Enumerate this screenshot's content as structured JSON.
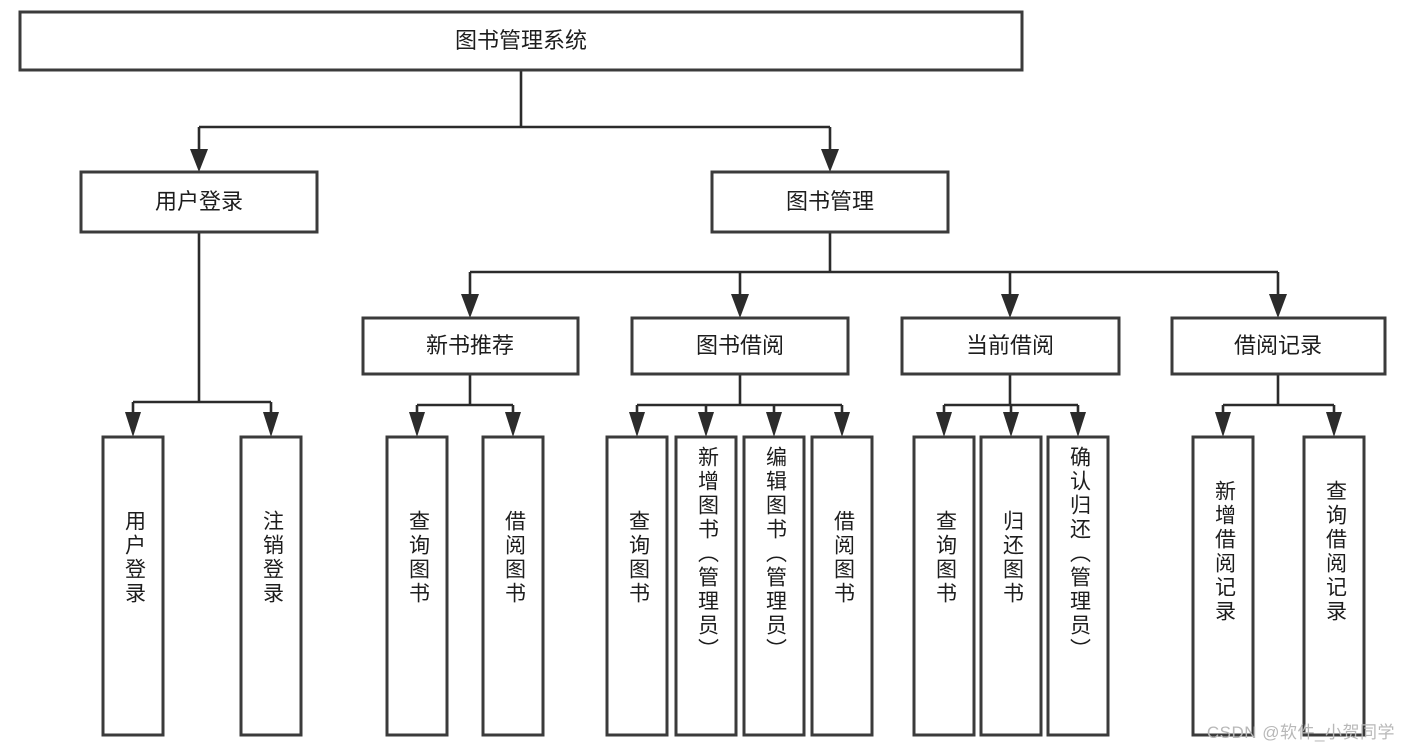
{
  "diagram": {
    "type": "tree-hierarchy",
    "title": "图书管理系统",
    "watermark": "CSDN @软件_小贺同学",
    "colors": {
      "box_stroke": "#3b3b3b",
      "connector": "#2b2b2b",
      "box_fill": "#ffffff",
      "text": "#1d1d1d",
      "watermark": "#b8b8b8"
    },
    "levels": {
      "root": {
        "label": "图书管理系统"
      },
      "level1": [
        {
          "label": "用户登录"
        },
        {
          "label": "图书管理"
        }
      ],
      "level2": [
        {
          "label": "新书推荐"
        },
        {
          "label": "图书借阅"
        },
        {
          "label": "当前借阅"
        },
        {
          "label": "借阅记录"
        }
      ],
      "leaves": {
        "user_login": [
          {
            "label": "用户登录"
          },
          {
            "label": "注销登录"
          }
        ],
        "new_book_recommend": [
          {
            "label": "查询图书"
          },
          {
            "label": "借阅图书"
          }
        ],
        "book_borrow": [
          {
            "label": "查询图书"
          },
          {
            "label": "新增图书（管理员）"
          },
          {
            "label": "编辑图书（管理员）"
          },
          {
            "label": "借阅图书"
          }
        ],
        "current_borrow": [
          {
            "label": "查询图书"
          },
          {
            "label": "归还图书"
          },
          {
            "label": "确认归还（管理员）"
          }
        ],
        "borrow_record": [
          {
            "label": "新增借阅记录"
          },
          {
            "label": "查询借阅记录"
          }
        ]
      }
    }
  }
}
